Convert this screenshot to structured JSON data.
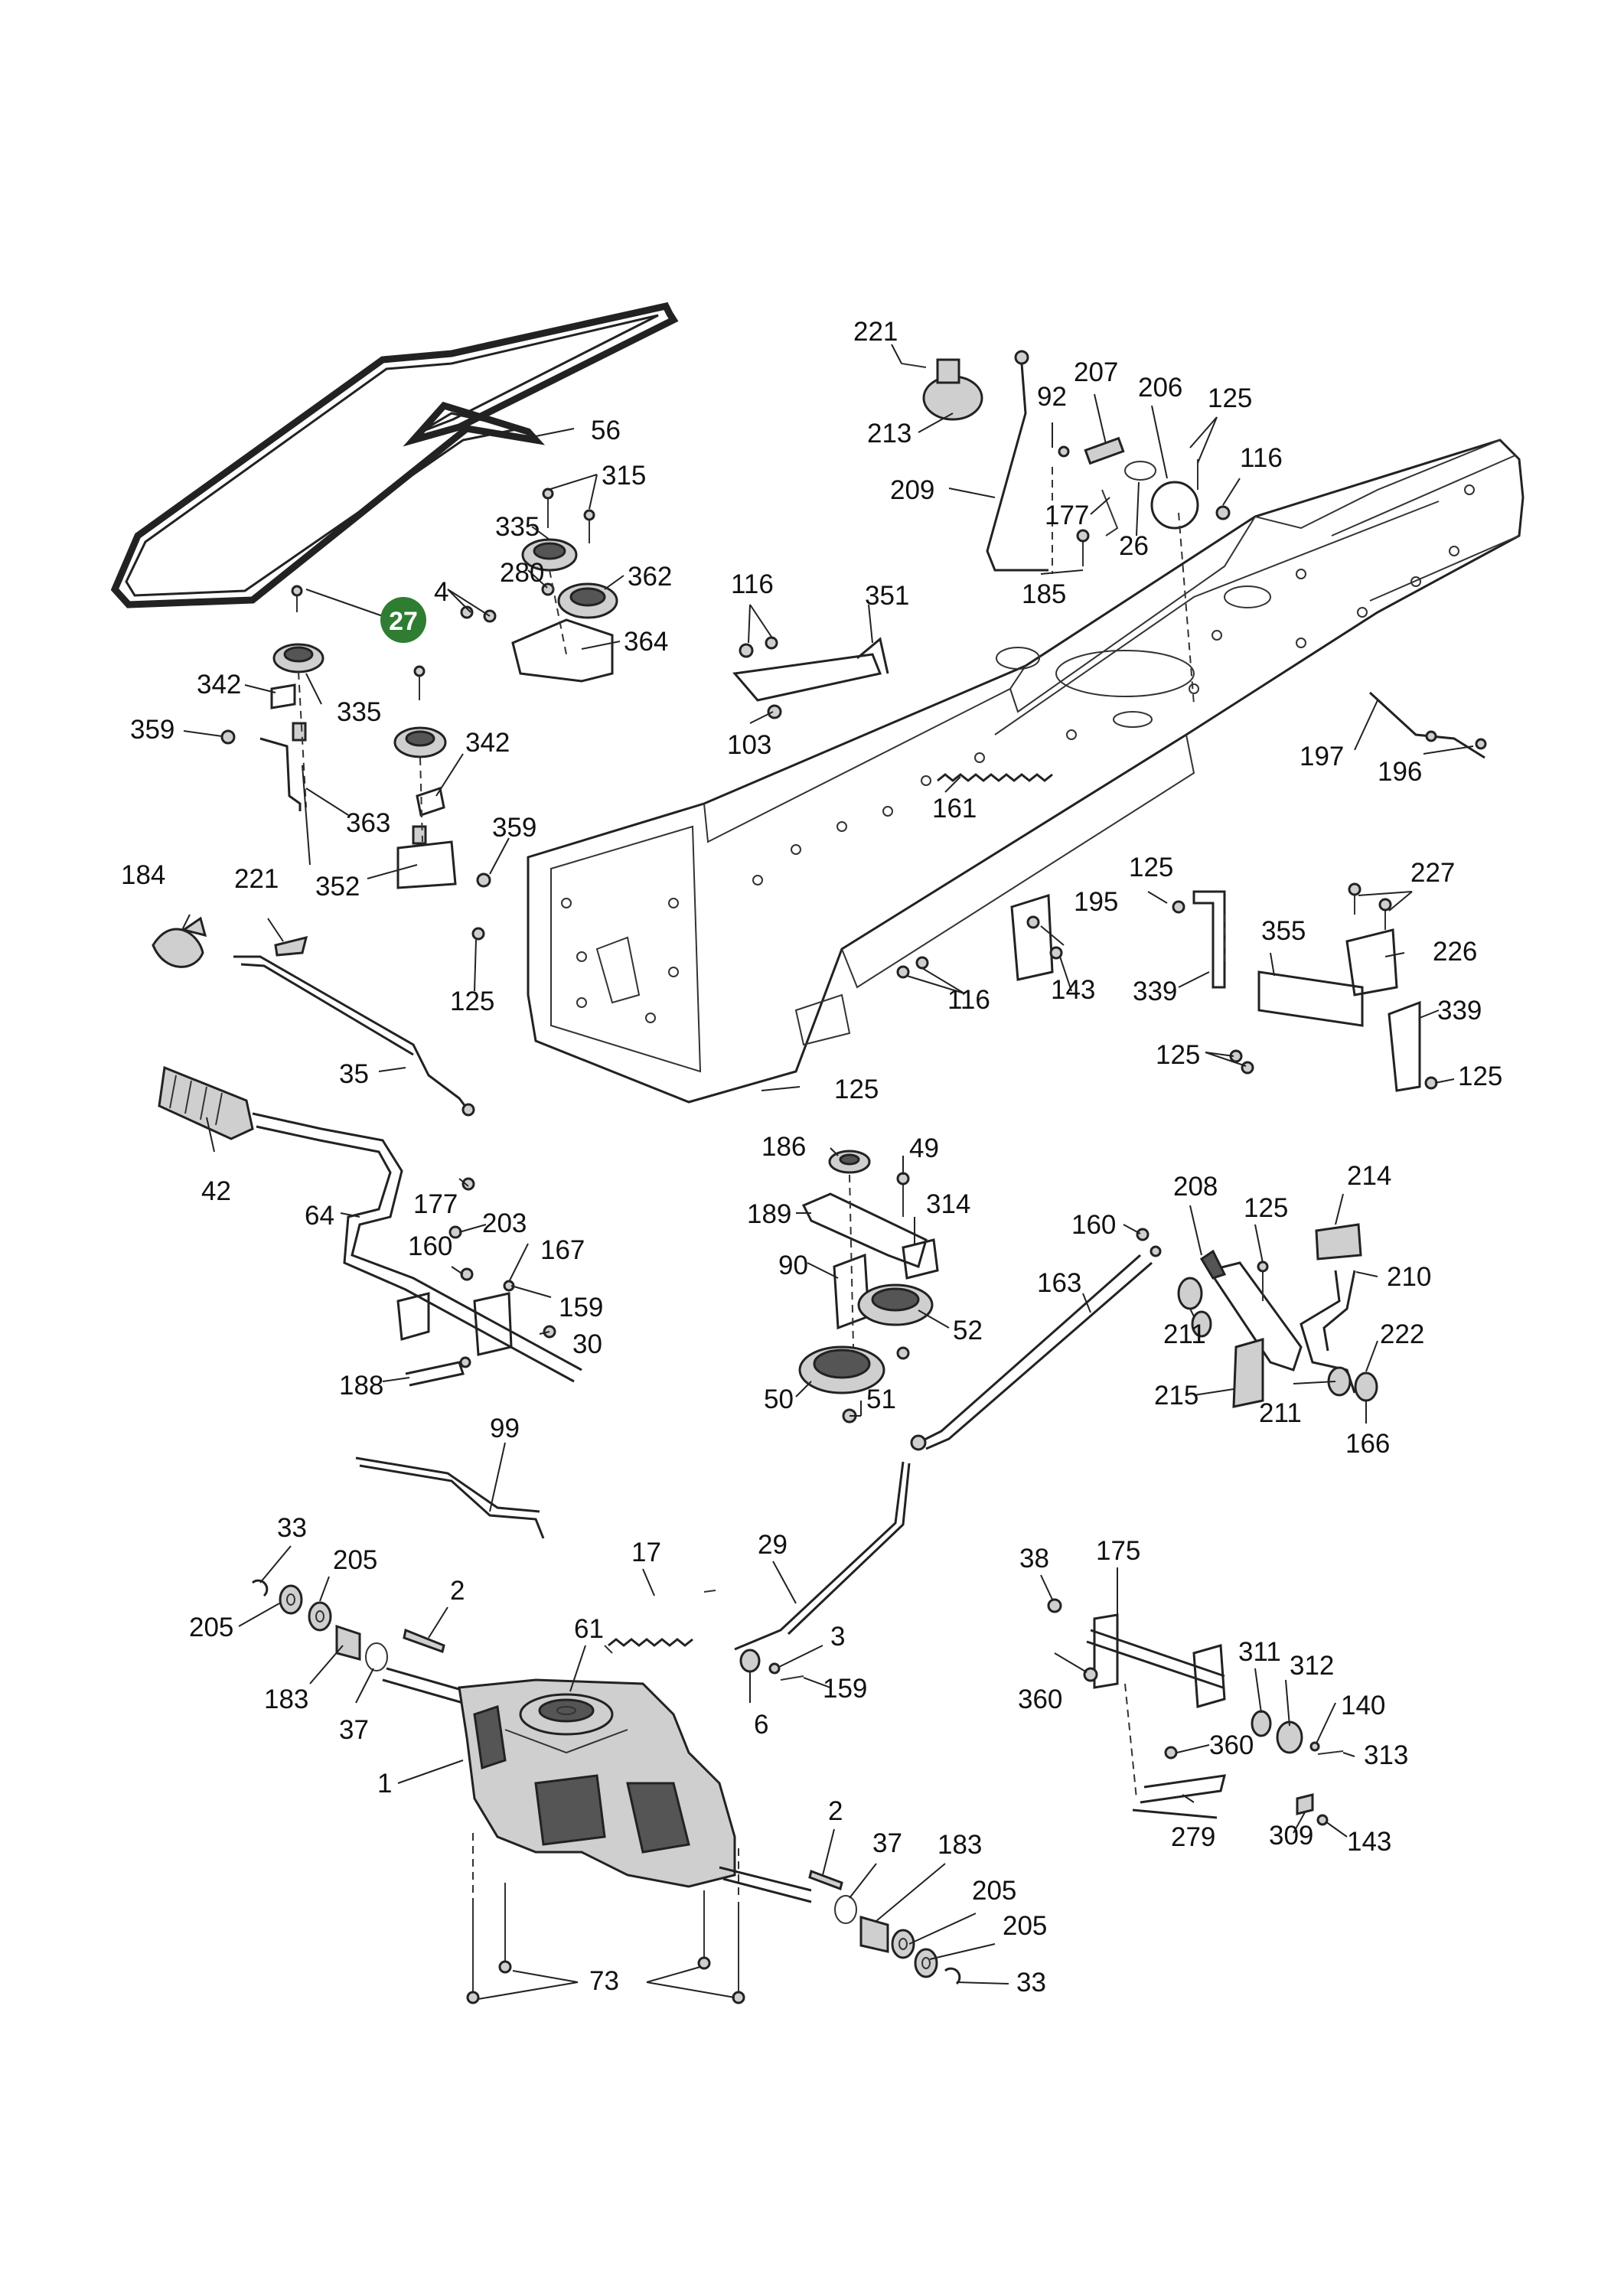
{
  "highlight": {
    "label": "27",
    "color": "#2e7d32",
    "text_color": "#ffffff"
  },
  "labels": {
    "l56": "56",
    "l315": "315",
    "l335a": "335",
    "l280": "280",
    "l362": "362",
    "l4": "4",
    "l364": "364",
    "l342a": "342",
    "l335b": "335",
    "l359a": "359",
    "l342b": "342",
    "l363": "363",
    "l359b": "359",
    "l352": "352",
    "l221a": "221",
    "l213": "213",
    "l209": "209",
    "l92": "92",
    "l207": "207",
    "l206": "206",
    "l125a": "125",
    "l116a": "116",
    "l177a": "177",
    "l26": "26",
    "l185": "185",
    "l116b": "116",
    "l351": "351",
    "l103": "103",
    "l161": "161",
    "l197": "197",
    "l196": "196",
    "l184": "184",
    "l221b": "221",
    "l125b": "125",
    "l35": "35",
    "l125c": "125",
    "l195": "195",
    "l143a": "143",
    "l116c": "116",
    "l339a": "339",
    "l355": "355",
    "l227": "227",
    "l226": "226",
    "l339b": "339",
    "l125d": "125",
    "l125e": "125",
    "l125f": "125",
    "l42": "42",
    "l64": "64",
    "l177b": "177",
    "l203": "203",
    "l160a": "160",
    "l167": "167",
    "l159a": "159",
    "l30": "30",
    "l188": "188",
    "l186": "186",
    "l49": "49",
    "l189": "189",
    "l314": "314",
    "l90": "90",
    "l52": "52",
    "l50": "50",
    "l51": "51",
    "l160b": "160",
    "l208": "208",
    "l125g": "125",
    "l214": "214",
    "l163": "163",
    "l210": "210",
    "l211a": "211",
    "l222": "222",
    "l215": "215",
    "l211b": "211",
    "l166": "166",
    "l99": "99",
    "l33a": "33",
    "l205a": "205",
    "l205b": "205",
    "l183a": "183",
    "l37a": "37",
    "l2a": "2",
    "l17": "17",
    "l61": "61",
    "l29": "29",
    "l3": "3",
    "l159b": "159",
    "l6": "6",
    "l1": "1",
    "l2b": "2",
    "l37b": "37",
    "l183b": "183",
    "l205c": "205",
    "l205d": "205",
    "l33b": "33",
    "l73": "73",
    "l38": "38",
    "l175": "175",
    "l360a": "360",
    "l311": "311",
    "l312": "312",
    "l140": "140",
    "l313": "313",
    "l360b": "360",
    "l279": "279",
    "l309": "309",
    "l143b": "143"
  }
}
